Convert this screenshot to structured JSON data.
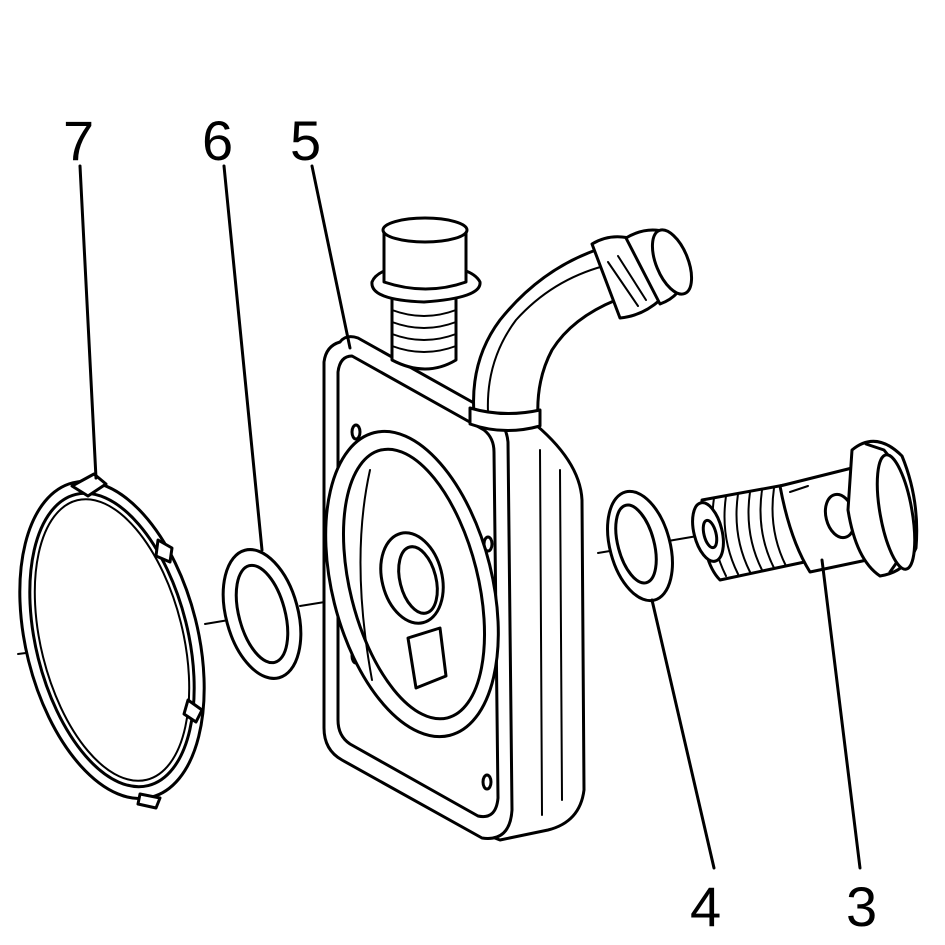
{
  "diagram": {
    "type": "exploded-parts-view",
    "line_color": "#000000",
    "background": "#ffffff",
    "callouts": [
      {
        "id": "7",
        "label": "7"
      },
      {
        "id": "6",
        "label": "6"
      },
      {
        "id": "5",
        "label": "5"
      },
      {
        "id": "4",
        "label": "4"
      },
      {
        "id": "3",
        "label": "3"
      }
    ]
  }
}
